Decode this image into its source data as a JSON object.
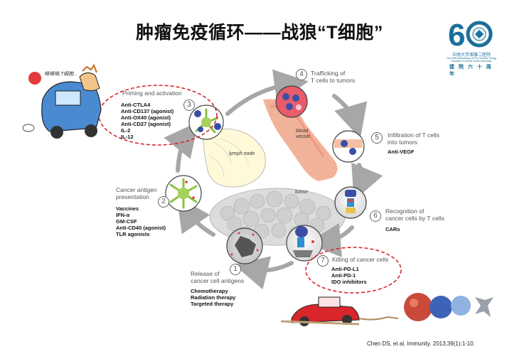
{
  "title": "肿瘤免疫循环——战狼“T细胞”",
  "citation": "Chen DS, et al. Immunity. 2013;39(1):1-10.",
  "logo": {
    "number": "60",
    "line1": "中南大学湘雅二医院",
    "line2_small": "The 60th Anniversary of The Second Xiangya",
    "line3_small": "Hospital of Central South University",
    "motto": "建 院 六 十 周 年"
  },
  "cartoon_top_speech": "嘀嘀嘀,T细胞...",
  "labels": {
    "lymph_node": "lymph node",
    "blood_vessel": "blood\nvessel",
    "tumor": "tumor"
  },
  "steps": [
    {
      "num": "1",
      "name": "Release of\ncancer cell antigens",
      "drugs": [
        "Chemotherapy",
        "Radiation therapy",
        "Targeted therapy"
      ]
    },
    {
      "num": "2",
      "name": "Cancer antigen\npresentation",
      "drugs": [
        "Vaccines",
        "IFN-α",
        "GM-CSF",
        "Anti-CD40 (agonist)",
        "TLR agonists"
      ]
    },
    {
      "num": "3",
      "name": "Priming and activation",
      "drugs": [
        "Anti-CTLA4",
        "Anti-CD137 (agonist)",
        "Anti-OX40 (agonist)",
        "Anti-CD27 (agonist)",
        "IL-2",
        "IL-12"
      ]
    },
    {
      "num": "4",
      "name": "Trafficking of\nT cells to tumors",
      "drugs": []
    },
    {
      "num": "5",
      "name": "Infiltration of T cells\ninto tumors",
      "drugs": [
        "Anti-VEGF"
      ]
    },
    {
      "num": "6",
      "name": "Recognition of\ncancer cells by T cells",
      "drugs": [
        "CARs"
      ]
    },
    {
      "num": "7",
      "name": "Killing of cancer cells",
      "drugs": [
        "Anti-PD-L1",
        "Anti-PD-1",
        "IDO inhibitors"
      ]
    }
  ],
  "colors": {
    "cycle_arrow": "#a7a7a7",
    "dashed_ellipse": "#d9262c",
    "vessel": "#f0a488",
    "lymph": "#fff9d8",
    "logo": "#1a6f9a"
  }
}
